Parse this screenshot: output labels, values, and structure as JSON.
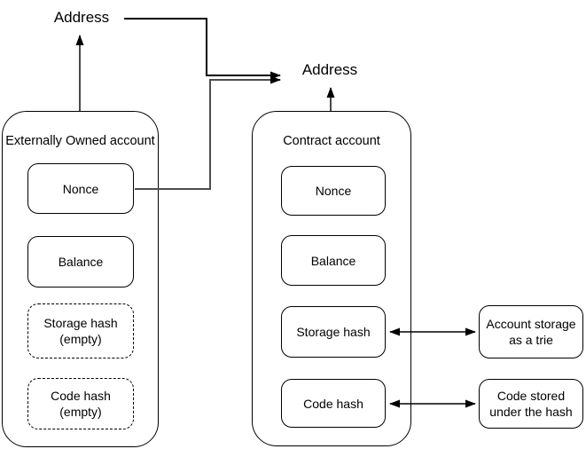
{
  "diagram": {
    "background": "#ffffff",
    "stroke_color": "#000000",
    "secondary_stroke": "#4d4d4d",
    "address_left": {
      "label": "Address"
    },
    "address_right": {
      "label": "Address"
    },
    "eoa": {
      "title": "Externally Owned account",
      "fields": [
        {
          "label": "Nonce",
          "style": "solid"
        },
        {
          "label": "Balance",
          "style": "solid"
        },
        {
          "label": "Storage hash\n(empty)",
          "style": "dashed"
        },
        {
          "label": "Code hash\n(empty)",
          "style": "dashed"
        }
      ]
    },
    "contract": {
      "title": "Contract account",
      "fields": [
        {
          "label": "Nonce",
          "style": "solid"
        },
        {
          "label": "Balance",
          "style": "solid"
        },
        {
          "label": "Storage hash",
          "style": "solid"
        },
        {
          "label": "Code hash",
          "style": "solid"
        }
      ]
    },
    "external_nodes": [
      {
        "label": "Account storage\nas a trie"
      },
      {
        "label": "Code stored\nunder the hash"
      }
    ]
  }
}
